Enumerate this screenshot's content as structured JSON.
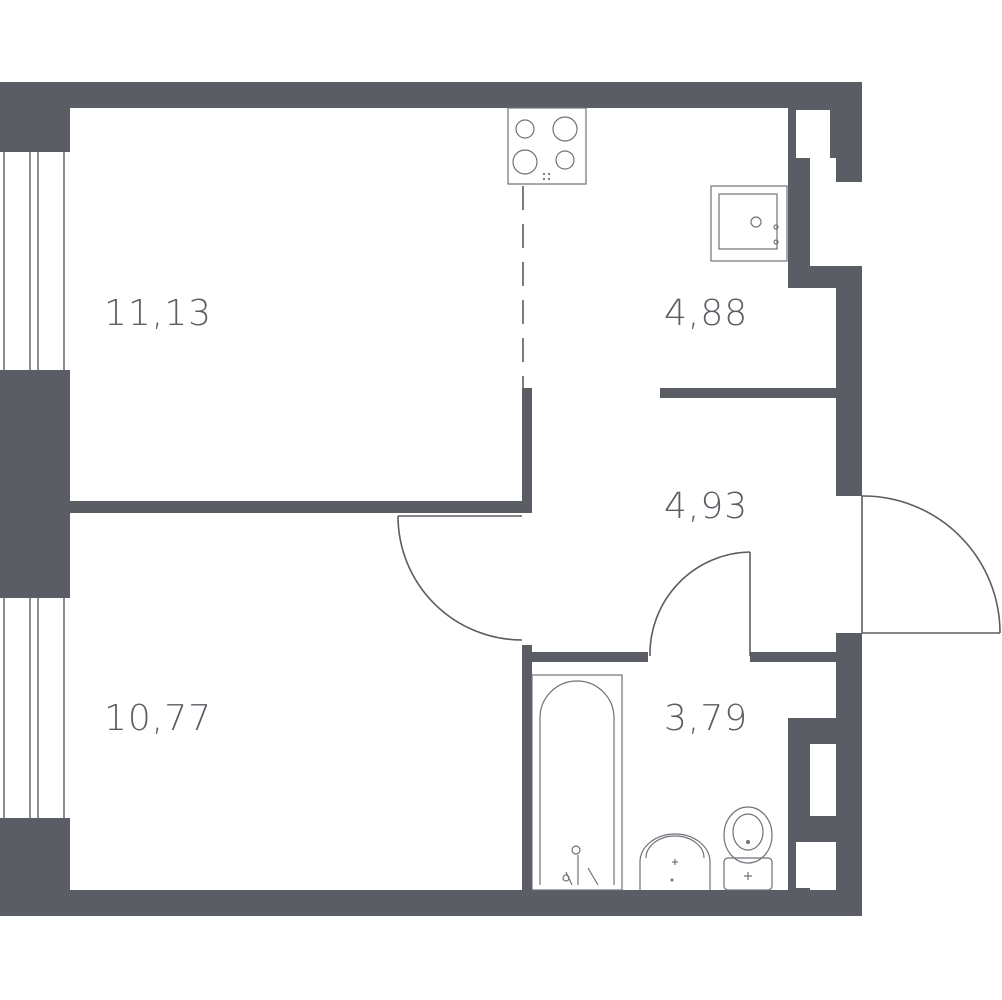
{
  "rooms": [
    {
      "id": "room-top-left",
      "area": "11,13"
    },
    {
      "id": "kitchen",
      "area": "4,88"
    },
    {
      "id": "hallway",
      "area": "4,93"
    },
    {
      "id": "room-bottom-left",
      "area": "10,77"
    },
    {
      "id": "bathroom",
      "area": "3,79"
    }
  ],
  "colors": {
    "wall": "#5a5d63",
    "background": "#ffffff"
  }
}
